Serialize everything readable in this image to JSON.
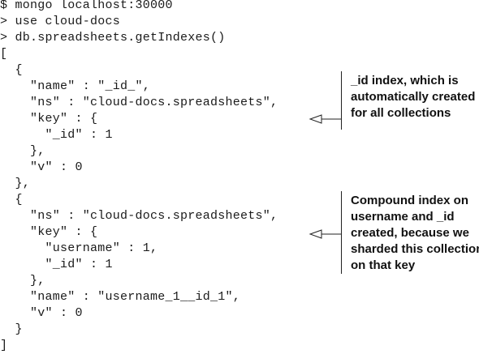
{
  "code_lines": [
    "$ mongo localhost:30000",
    "> use cloud-docs",
    "> db.spreadsheets.getIndexes()",
    "[",
    "  {",
    "    \"name\" : \"_id_\",",
    "    \"ns\" : \"cloud-docs.spreadsheets\",",
    "    \"key\" : {",
    "      \"_id\" : 1",
    "    },",
    "    \"v\" : 0",
    "  },",
    "  {",
    "    \"ns\" : \"cloud-docs.spreadsheets\",",
    "    \"key\" : {",
    "      \"username\" : 1,",
    "      \"_id\" : 1",
    "    },",
    "    \"name\" : \"username_1__id_1\",",
    "    \"v\" : 0",
    "  }",
    "]"
  ],
  "annotations": [
    {
      "lines": [
        "_id index, which is",
        "automatically created",
        "for all collections"
      ]
    },
    {
      "lines": [
        "Compound index on",
        "username and _id",
        "created, because we",
        "sharded this collection",
        "on that key"
      ]
    }
  ]
}
